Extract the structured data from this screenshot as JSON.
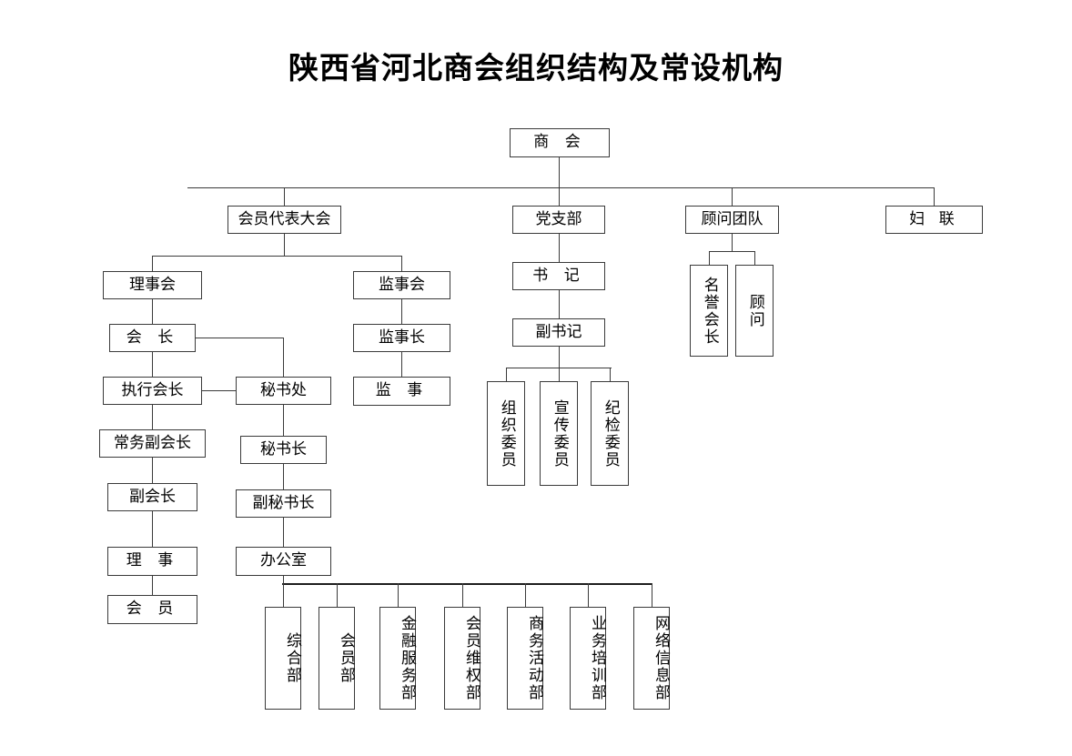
{
  "page": {
    "title": "陕西省河北商会组织结构及常设机构",
    "background_color": "#ffffff",
    "line_color": "#3a3a3a",
    "text_color": "#000000"
  },
  "nodes": {
    "root": "商 会",
    "level2": {
      "members_assembly": "会员代表大会",
      "party_branch": "党支部",
      "advisory_team": "顾问团队",
      "womens_federation": "妇 联"
    },
    "assembly_branch": {
      "council": "理事会",
      "president": "会 长",
      "executive_president": "执行会长",
      "standing_vice_president": "常务副会长",
      "vice_president": "副会长",
      "director": "理 事",
      "member": "会 员"
    },
    "supervisory_branch": {
      "supervisory_board": "监事会",
      "chief_supervisor": "监事长",
      "supervisor": "监 事"
    },
    "secretariat_branch": {
      "secretariat": "秘书处",
      "secretary_general": "秘书长",
      "deputy_secretary_general": "副秘书长",
      "office": "办公室"
    },
    "party_branch_chain": {
      "secretary": "书 记",
      "deputy_secretary": "副书记",
      "committees": [
        "组织委员",
        "宣传委员",
        "纪检委员"
      ]
    },
    "advisory_members": [
      "名誉会长",
      "顾问"
    ],
    "departments": [
      "综合部",
      "会员部",
      "金融服务部",
      "会员维权部",
      "商务活动部",
      "业务培训部",
      "网络信息部"
    ]
  }
}
